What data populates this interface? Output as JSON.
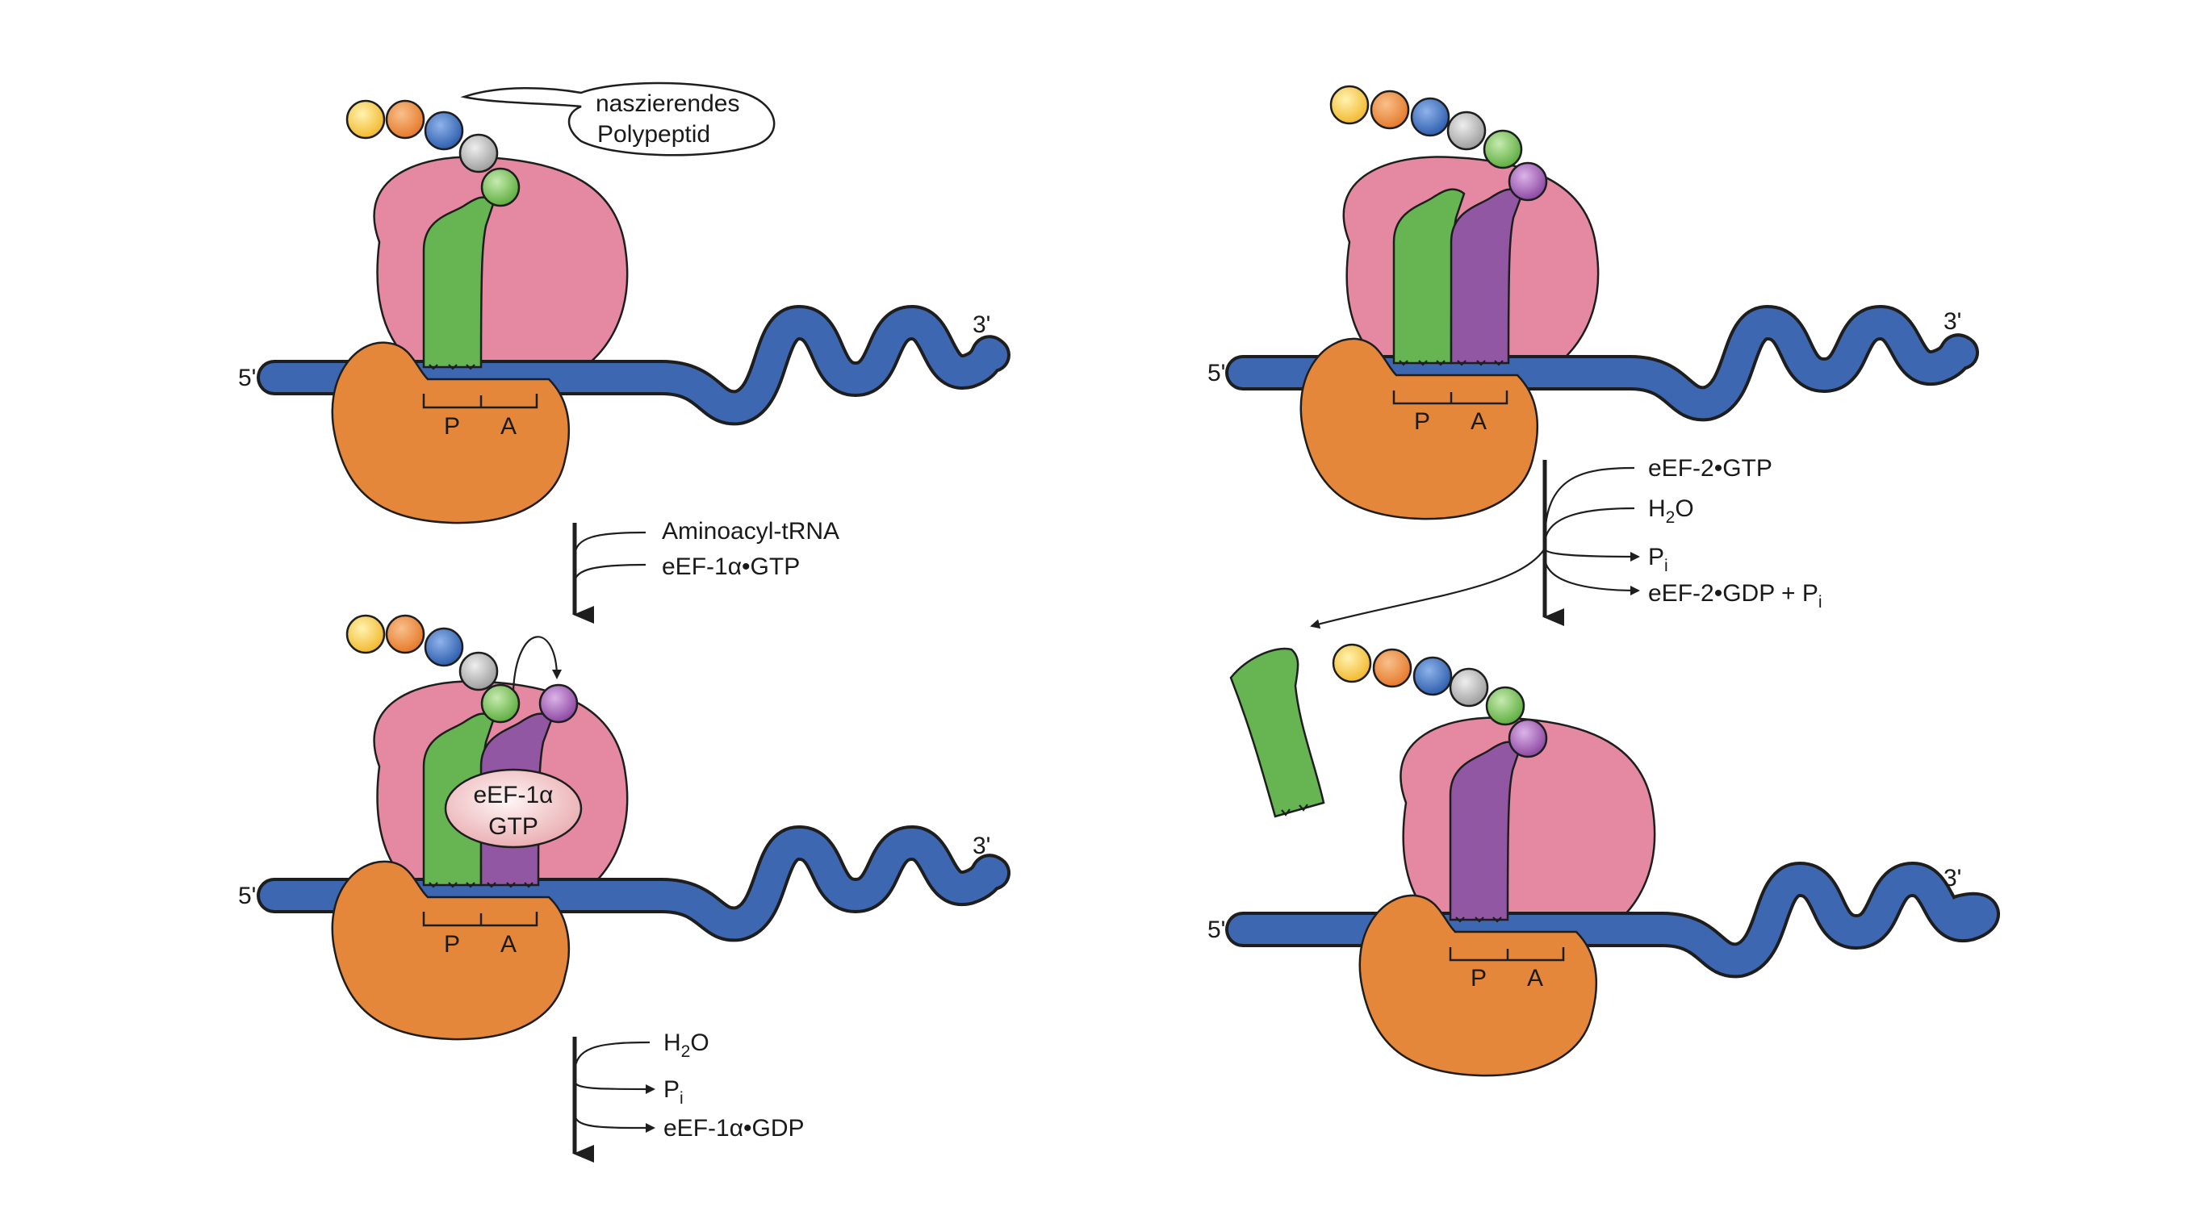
{
  "colors": {
    "large_subunit": "#e589a3",
    "small_subunit": "#e5873a",
    "mrna": "#3d67b0",
    "trna_p": "#66b552",
    "trna_a": "#9157a3",
    "bead_yellow": "#f7c948",
    "bead_orange": "#ec8b3b",
    "bead_blue": "#3f6fbd",
    "bead_gray": "#b3b3b3",
    "bead_green": "#79c358",
    "bead_purple": "#a261b6",
    "eef_bubble": "#f3c7c9"
  },
  "labels": {
    "five_prime": "5'",
    "three_prime": "3'",
    "site_p": "P",
    "site_a": "A"
  },
  "panels": {
    "top_left": {
      "callout_line1": "naszierendes",
      "callout_line2": "Polypeptid"
    },
    "bottom_left": {
      "factor_line1": "eEF-1α",
      "factor_line2": "GTP"
    }
  },
  "arrows": {
    "step1": {
      "in1": "Aminoacyl-tRNA",
      "in2": "eEF-1α•GTP"
    },
    "step2": {
      "in1_main": "H",
      "in1_sub": "2",
      "in1_end": "O",
      "out1_main": "P",
      "out1_sub": "i",
      "out2": "eEF-1α•GDP"
    },
    "step3": {
      "in1": "eEF-2•GTP",
      "in2_main": "H",
      "in2_sub": "2",
      "in2_end": "O",
      "out1_main": "P",
      "out1_sub": "i",
      "out2_main": "eEF-2•GDP + P",
      "out2_sub": "i"
    }
  }
}
